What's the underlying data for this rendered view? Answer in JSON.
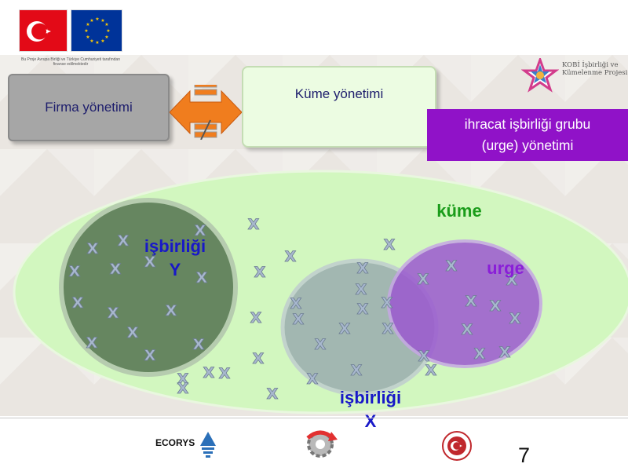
{
  "funding_note": "Bu Proje Avrupa Birliği ve Türkiye Cumhuriyeti tarafından finanse edilmektedir",
  "project_logo": "KOBİ İşbirliği ve Kümelenme Projesi",
  "boxes": {
    "firma": "Firma yönetimi",
    "kume": "Küme yönetimi",
    "urge_line1": "ihracat işbirliği grubu",
    "urge_line2": "(urge) yönetimi"
  },
  "diagram": {
    "kume_label": "küme",
    "urge_label": "urge",
    "y_line1": "işbirliği",
    "y_line2": "Y",
    "x_line1": "işbirliği",
    "x_line2": "X",
    "member_glyph": "X"
  },
  "footer": {
    "ecorys": "ECORYS",
    "page_number": "7"
  },
  "colors": {
    "kume_fill": "#d2f7bf",
    "group_y_fill": "#5d7d58",
    "group_x_fill": "#9db1b0",
    "urge_fill": "#9b59d0",
    "urge_box": "#9012c8",
    "label_blue": "#1818c8",
    "label_green": "#1a9c1a",
    "label_purple": "#8a1ed8",
    "arrow_orange": "#f07d1e"
  },
  "icons": [
    "turkish-flag-icon",
    "eu-flag-icon",
    "kobi-star-logo-icon",
    "double-arrow-icon",
    "equals-icon",
    "not-equal-icon",
    "ecorys-logo-icon",
    "gear-logo-icon",
    "ministry-seal-icon"
  ]
}
